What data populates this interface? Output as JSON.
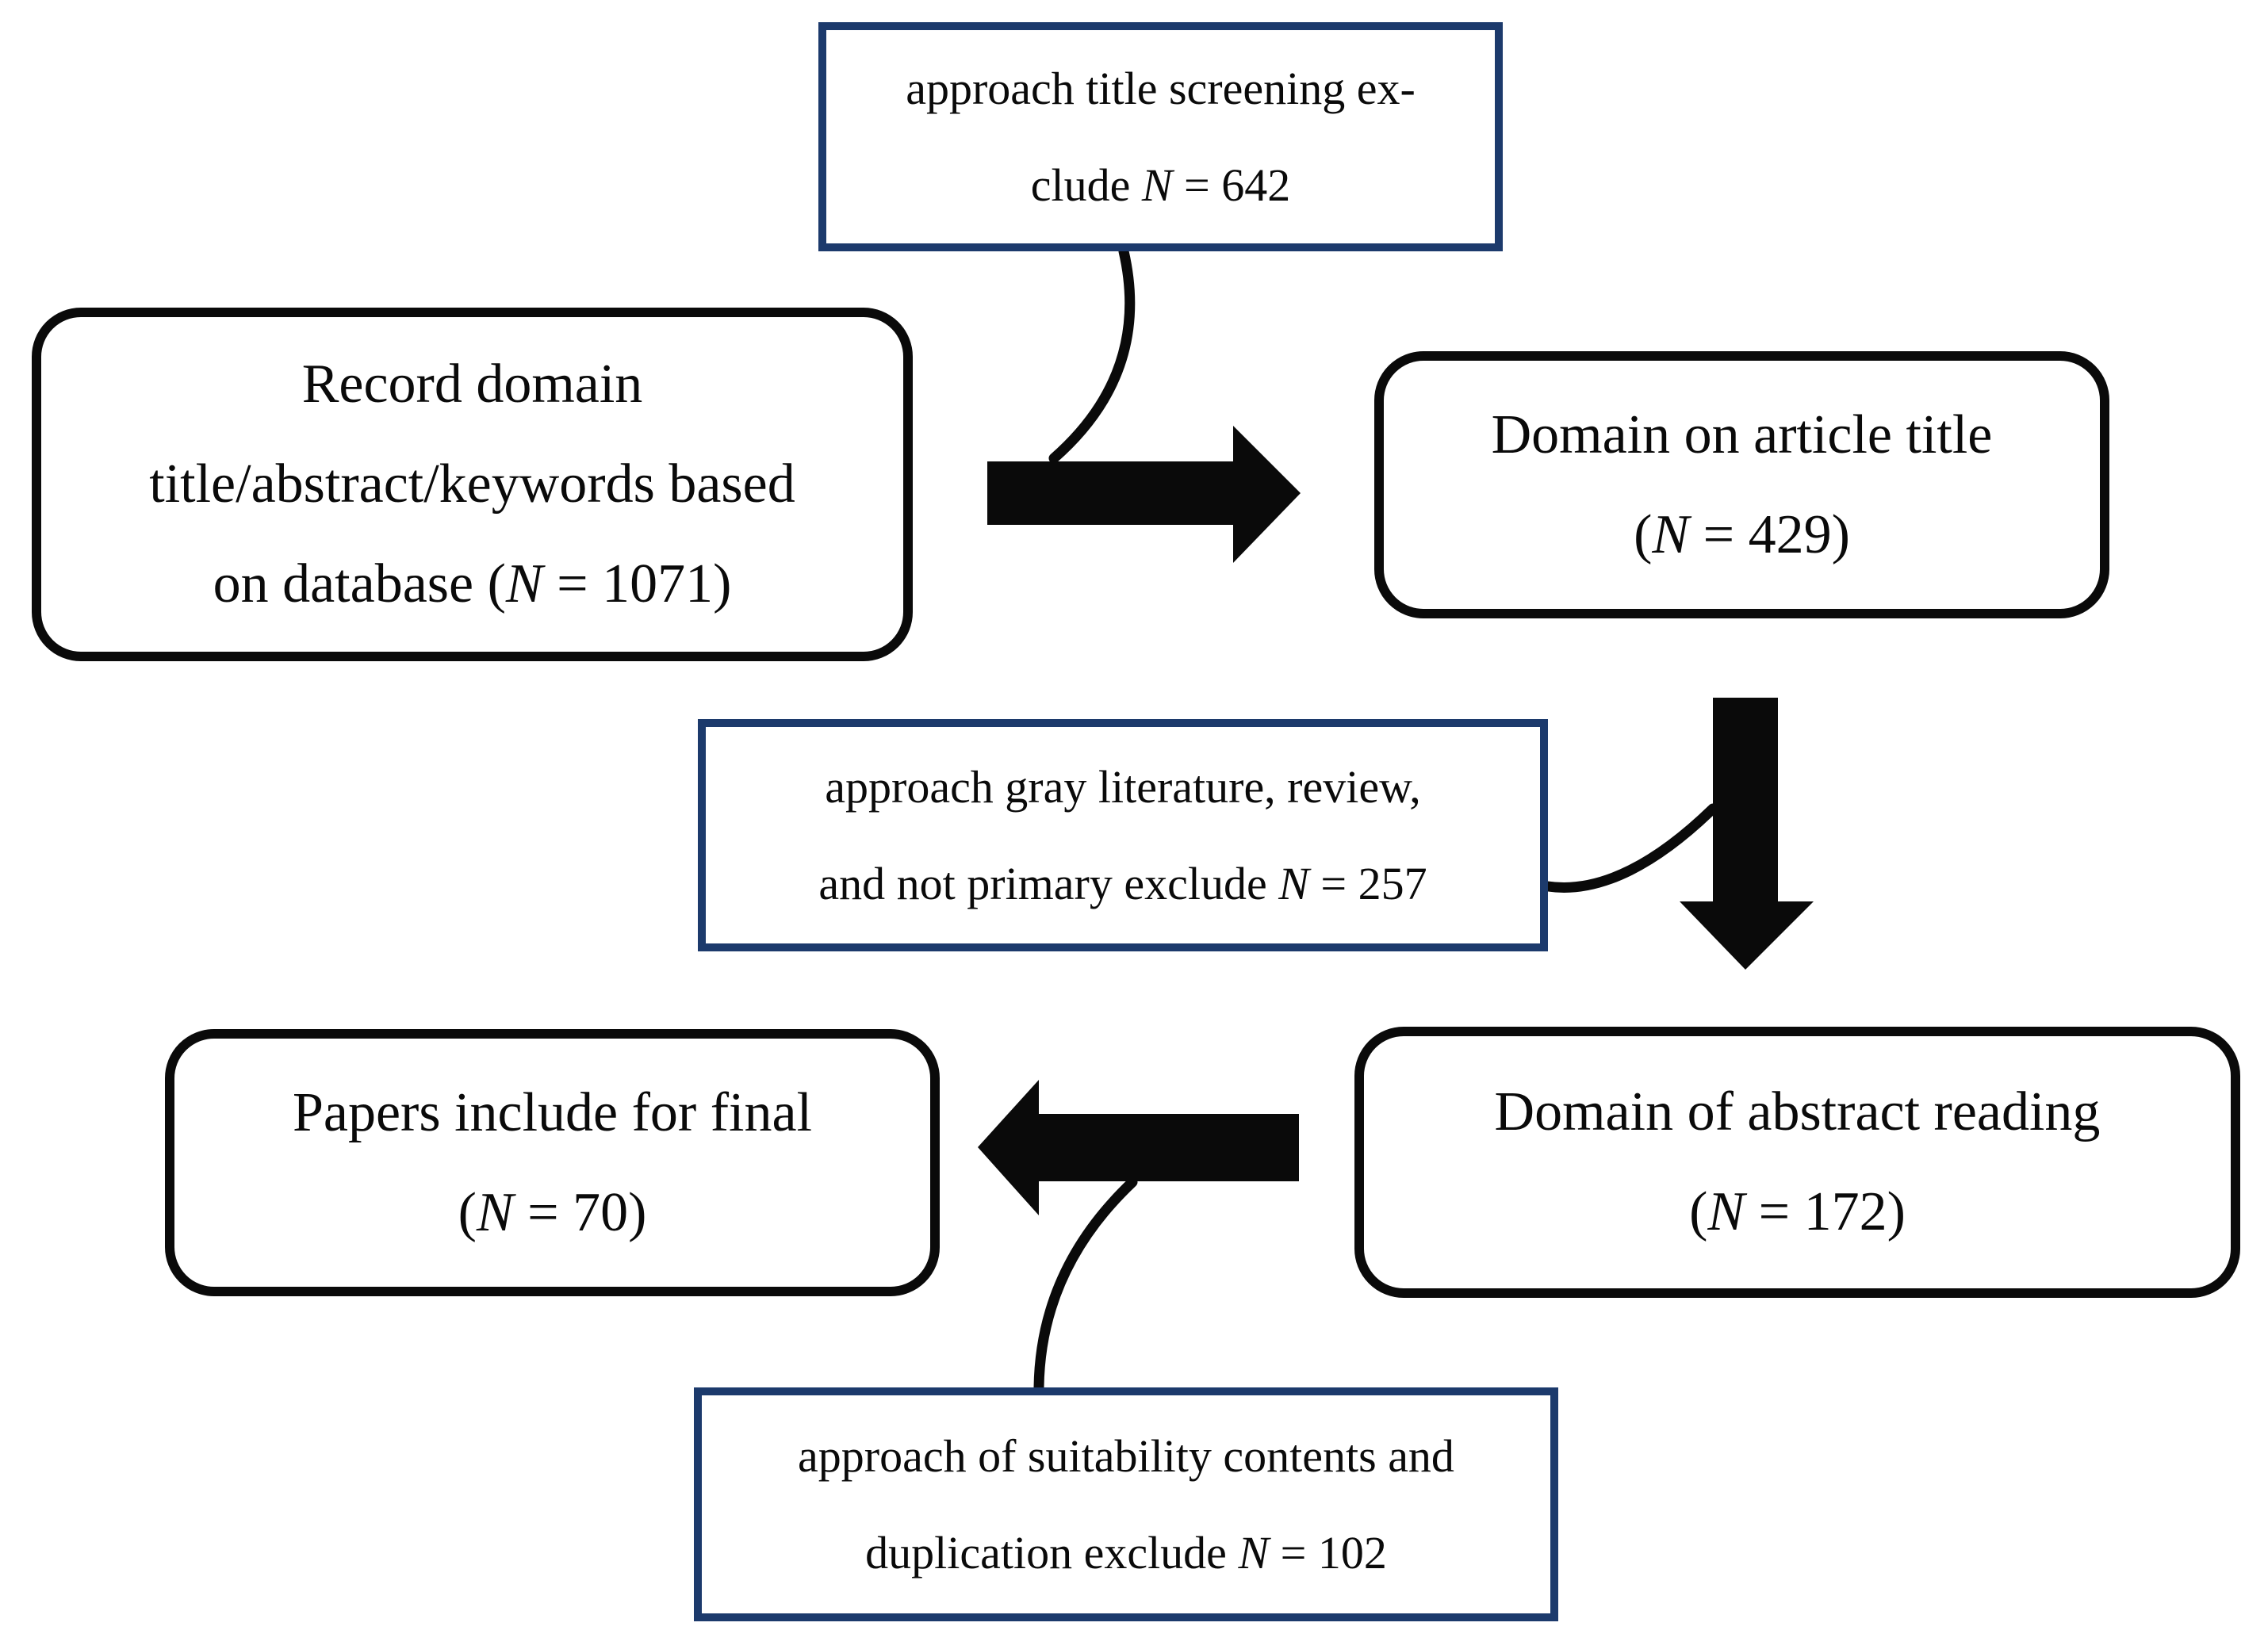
{
  "figure": {
    "title": "Literature screening flow diagram",
    "type": "flowchart"
  },
  "colors": {
    "navy_border": "#1c3a6c",
    "box_border": "#0a0a0a",
    "background": "#ffffff"
  },
  "icons": {
    "arrow_right": "block-arrow-right",
    "arrow_down": "block-arrow-down",
    "arrow_left": "block-arrow-left",
    "connector": "curved-line"
  },
  "boxes": {
    "record_source": {
      "lines": [
        {
          "pre": "Record domain"
        },
        {
          "pre": "title/abstract/keywords based"
        },
        {
          "pre": "on database (",
          "n": "N",
          "post": " = 1071)"
        }
      ]
    },
    "title_screen": {
      "lines": [
        {
          "pre": "Domain on article title"
        },
        {
          "pre": "(",
          "n": "N",
          "post": " = 429)"
        }
      ]
    },
    "abstract_reading": {
      "lines": [
        {
          "pre": "Domain of abstract reading"
        },
        {
          "pre": "(",
          "n": "N",
          "post": " = 172)"
        }
      ]
    },
    "final_papers": {
      "lines": [
        {
          "pre": "Papers include for final"
        },
        {
          "pre": "(",
          "n": "N",
          "post": " = 70)"
        }
      ]
    },
    "exclude_title": {
      "lines": [
        {
          "pre": "approach title screening ex-"
        },
        {
          "pre": "clude ",
          "n": "N",
          "post": " = 642"
        }
      ]
    },
    "exclude_gray": {
      "lines": [
        {
          "pre": "approach gray literature, review,"
        },
        {
          "pre": "and not primary exclude ",
          "n": "N",
          "post": " = 257"
        }
      ]
    },
    "exclude_suitability": {
      "lines": [
        {
          "pre": "approach of suitability contents and"
        },
        {
          "pre": "duplication exclude ",
          "n": "N",
          "post": " = 102"
        }
      ]
    }
  }
}
